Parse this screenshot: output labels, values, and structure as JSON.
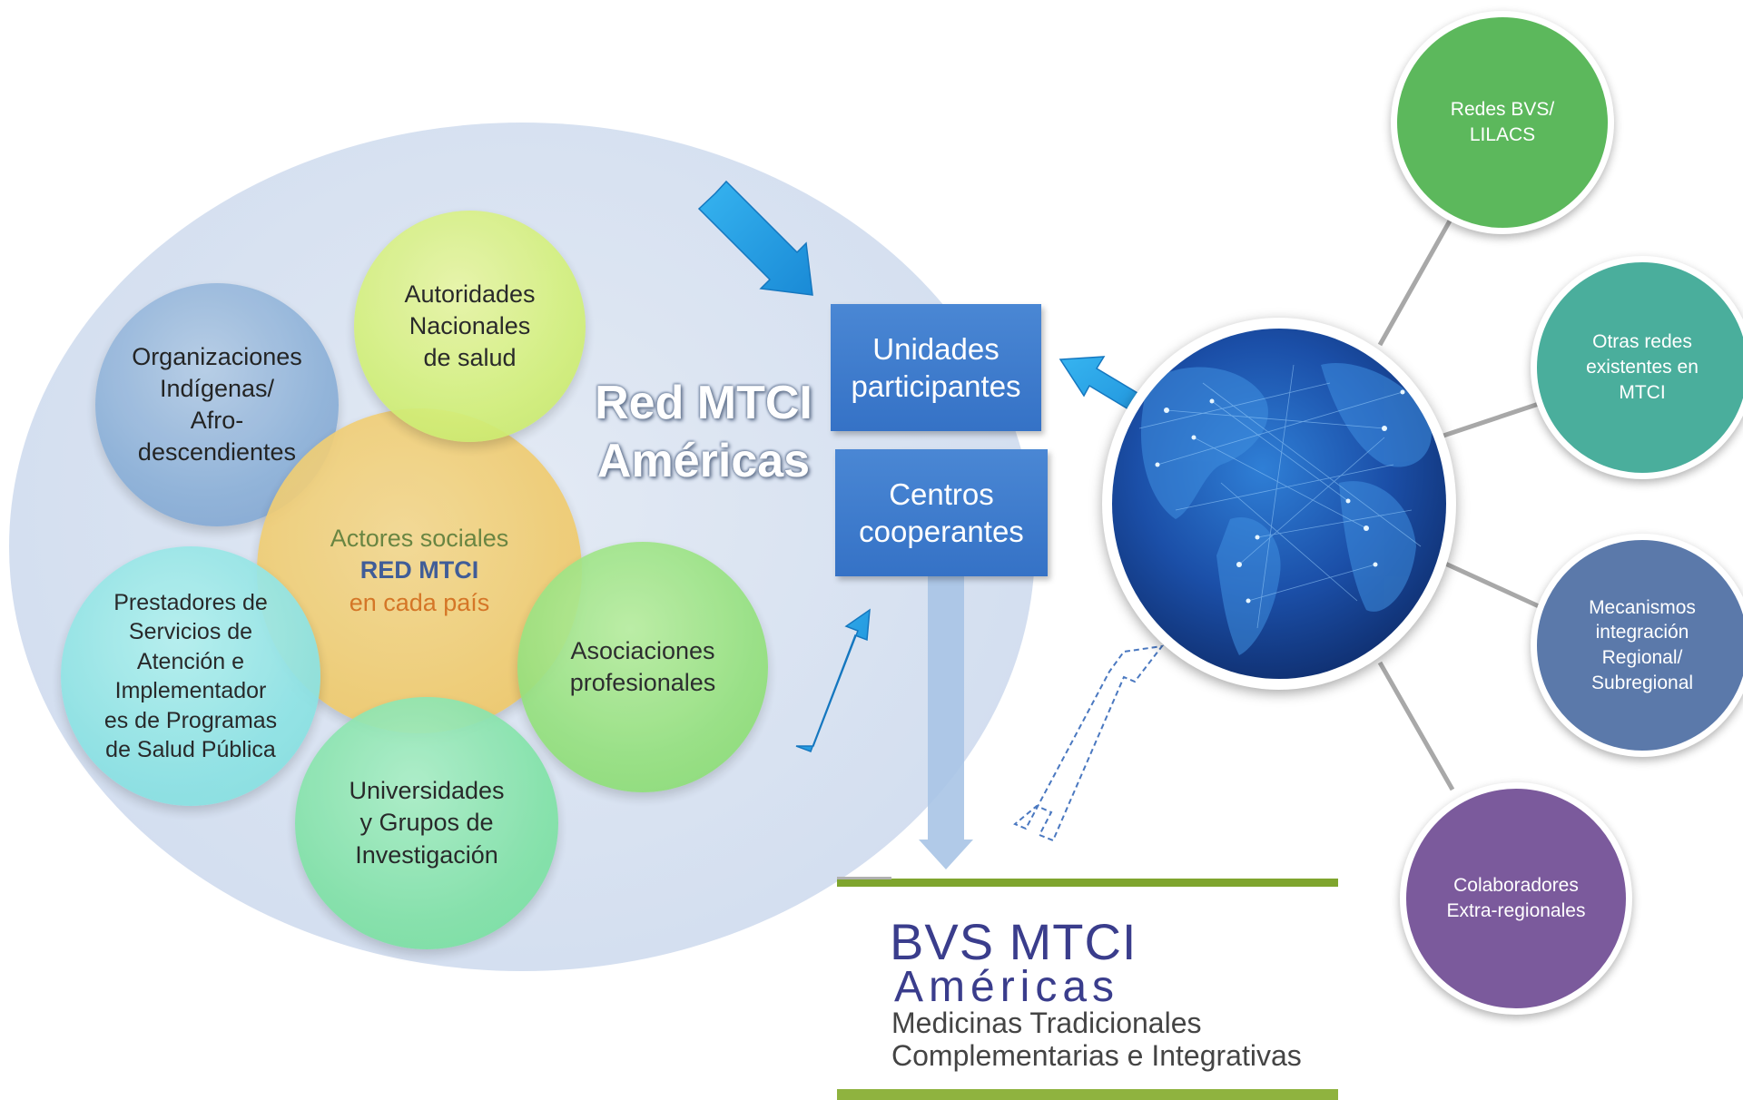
{
  "diagram": {
    "social_actors": {
      "indigenous": "Organizaciones\nIndígenas/\nAfro-\ndescendientes",
      "authorities": "Autoridades\nNacionales\nde salud",
      "center_line1": "Actores sociales",
      "center_line2": "RED MTCI",
      "center_line3": "en cada país",
      "associations": "Asociaciones\nprofesionales",
      "universities": "Universidades\ny Grupos de\nInvestigación",
      "providers": "Prestadores de\nServicios de\nAtención e\nImplementador\nes de Programas\nde Salud Pública"
    },
    "network_title": "Red MTCI\nAméricas",
    "boxes": {
      "participating_units": "Unidades\nparticipantes",
      "cooperating_centers": "Centros\ncooperantes"
    },
    "external_networks": {
      "bvs_lilacs": "Redes BVS/\nLILACS",
      "other_networks": "Otras  redes\nexistentes en\nMTCI",
      "integration": "Mecanismos\nintegración\nRegional/\nSubregional",
      "collaborators": "Colaboradores\nExtra-regionales"
    },
    "logo": {
      "title": "BVS MTCI",
      "subtitle": "Américas",
      "tagline1": "Medicinas Tradicionales",
      "tagline2": "Complementarias e Integrativas"
    },
    "colors": {
      "box_blue": "#3a78cc",
      "arrow_blue": "#1e9ae0",
      "connector_gray": "#a8a8a8",
      "logo_green": "#7fa52e",
      "logo_navy": "#3a3d8c"
    }
  }
}
